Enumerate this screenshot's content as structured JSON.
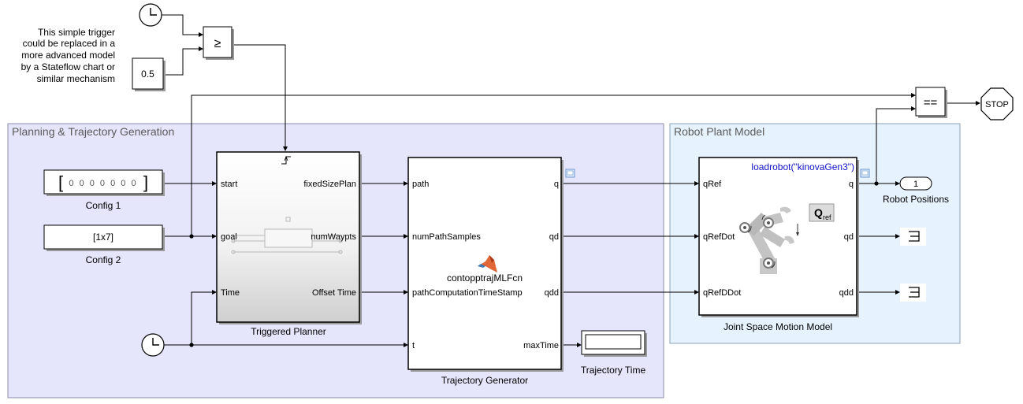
{
  "annotation": {
    "lines": [
      "This simple trigger",
      "could be replaced in a",
      "more advanced model",
      "by a Stateflow chart or",
      "similar mechanism"
    ]
  },
  "compare": {
    "symbol": "≥",
    "equal_symbol": "=="
  },
  "constant": {
    "value": "0.5"
  },
  "stop_block": {
    "label": "STOP"
  },
  "areas": {
    "planning": "Planning & Trajectory Generation",
    "plant": "Robot Plant Model"
  },
  "config1": {
    "value": "0 0 0 0 0 0 0",
    "label": "Config 1",
    "bracket_left": "[",
    "bracket_right": "]"
  },
  "config2": {
    "value": "[1x7]",
    "label": "Config 2"
  },
  "triggered_planner": {
    "label": "Triggered Planner",
    "inputs": [
      "start",
      "goal",
      "Time"
    ],
    "outputs": [
      "fixedSizePlan",
      "numWaypts",
      "Offset Time"
    ]
  },
  "trajectory_generator": {
    "label": "Trajectory Generator",
    "function_name": "contopptrajMLFcn",
    "inputs": [
      "path",
      "numPathSamples",
      "pathComputationTimeStamp",
      "t"
    ],
    "outputs": [
      "q",
      "qd",
      "qdd",
      "maxTime"
    ]
  },
  "trajectory_time": {
    "label": "Trajectory Time"
  },
  "joint_model": {
    "label": "Joint Space Motion Model",
    "mask_text": "loadrobot(\"kinovaGen3\")",
    "ref_letter": "Q",
    "ref_sub": "ref",
    "inputs": [
      "qRef",
      "qRefDot",
      "qRefDDot"
    ],
    "outputs": [
      "q",
      "qd",
      "qdd"
    ]
  },
  "outport": {
    "number": "1",
    "label": "Robot Positions"
  },
  "colors": {
    "planning_fill": "#e5e5fb",
    "planning_border": "#8c8ca8",
    "plant_fill": "#e6f2fd",
    "plant_border": "#8aa2b8",
    "mask_text": "#1010c8",
    "matlab_orange": "#e16737"
  },
  "icons": [
    "clock-icon",
    "trigger-icon",
    "matlab-logo-icon",
    "robot-arm-icon",
    "terminator-icon",
    "signal-viewer-icon"
  ]
}
